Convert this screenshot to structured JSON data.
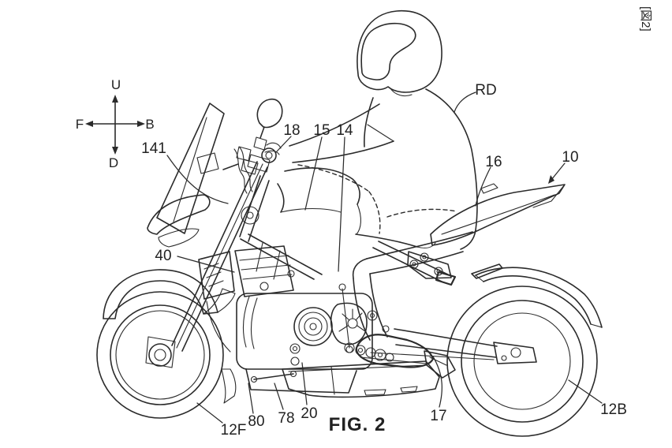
{
  "figure": {
    "doc_tag": "[図2]",
    "caption": "FIG. 2"
  },
  "compass": {
    "up": "U",
    "down": "D",
    "front": "F",
    "back": "B"
  },
  "labels": {
    "n141": "141",
    "n18": "18",
    "n15": "15",
    "n14": "14",
    "rd": "RD",
    "n16": "16",
    "n10": "10",
    "n40": "40",
    "n12f": "12F",
    "n80": "80",
    "n78": "78",
    "n20": "20",
    "n17": "17",
    "n12b": "12B"
  },
  "colors": {
    "line": "#2b2b2b",
    "background": "#ffffff"
  }
}
